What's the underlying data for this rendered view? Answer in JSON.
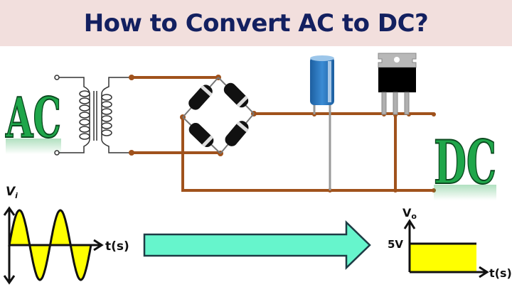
{
  "title": "How to Convert AC to DC?",
  "labels": {
    "ac": "AC",
    "dc": "DC"
  },
  "input_graph": {
    "y_label": "V",
    "y_subscript": "i",
    "x_label": "t(s)",
    "waveform": "sine",
    "cycles": 2
  },
  "output_graph": {
    "y_label": "V",
    "y_subscript": "o",
    "x_label": "t(s)",
    "level_label": "5V",
    "waveform": "constant"
  },
  "colors": {
    "title_bg": "#f2dfdd",
    "title_text": "#132060",
    "wire": "#a0521c",
    "label_green": "#1fa64a",
    "graph_fill": "#ffff00",
    "arrow_fill": "#66f5cc",
    "capacitor": "#2a78c0"
  },
  "components": [
    "transformer",
    "bridge-rectifier",
    "capacitor",
    "voltage-regulator"
  ]
}
